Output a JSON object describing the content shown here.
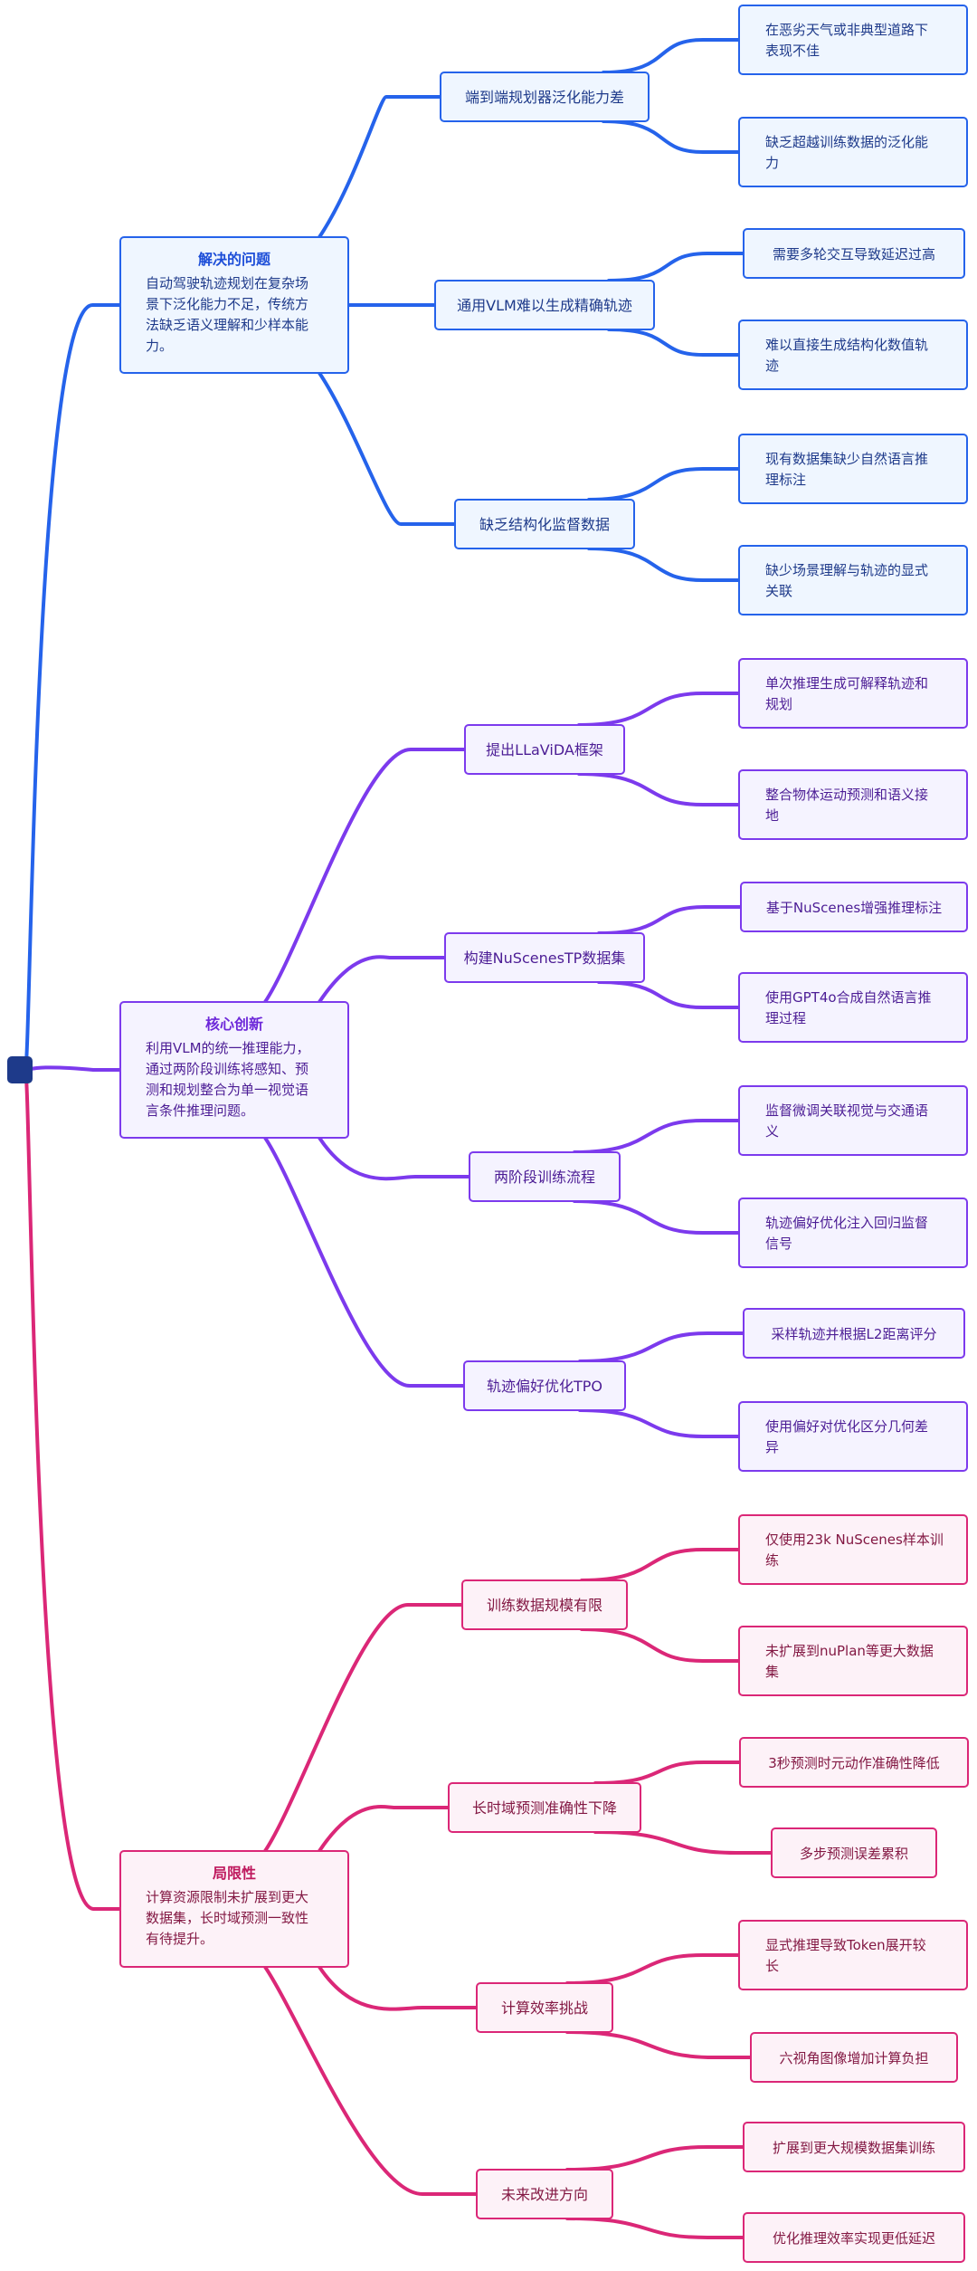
{
  "colors": {
    "root": "#1e3a8a",
    "branch1": {
      "stroke": "#2563eb",
      "fill": "#eff6ff",
      "text": "#1e3a8a",
      "title": "#1d4ed8"
    },
    "branch2": {
      "stroke": "#7c3aed",
      "fill": "#f5f3ff",
      "text": "#4c1d95",
      "title": "#6d28d9"
    },
    "branch3": {
      "stroke": "#db2777",
      "fill": "#fdf2f8",
      "text": "#831843",
      "title": "#be185d"
    }
  },
  "branches": [
    {
      "title": "解决的问题",
      "desc": [
        "自动驾驶轨迹规划在复杂场",
        "景下泛化能力不足，传统方",
        "法缺乏语义理解和少样本能",
        "力。"
      ],
      "children": [
        {
          "label": "端到端规划器泛化能力差",
          "leaves": [
            [
              "在恶劣天气或非典型道路下",
              "表现不佳"
            ],
            [
              "缺乏超越训练数据的泛化能",
              "力"
            ]
          ]
        },
        {
          "label": "通用VLM难以生成精确轨迹",
          "leaves": [
            [
              "需要多轮交互导致延迟过高"
            ],
            [
              "难以直接生成结构化数值轨",
              "迹"
            ]
          ]
        },
        {
          "label": "缺乏结构化监督数据",
          "leaves": [
            [
              "现有数据集缺少自然语言推",
              "理标注"
            ],
            [
              "缺少场景理解与轨迹的显式",
              "关联"
            ]
          ]
        }
      ]
    },
    {
      "title": "核心创新",
      "desc": [
        "利用VLM的统一推理能力，",
        "通过两阶段训练将感知、预",
        "测和规划整合为单一视觉语",
        "言条件推理问题。"
      ],
      "children": [
        {
          "label": "提出LLaViDA框架",
          "leaves": [
            [
              "单次推理生成可解释轨迹和",
              "规划"
            ],
            [
              "整合物体运动预测和语义接",
              "地"
            ]
          ]
        },
        {
          "label": "构建NuScenesTP数据集",
          "leaves": [
            [
              "基于NuScenes增强推理标注"
            ],
            [
              "使用GPT4o合成自然语言推",
              "理过程"
            ]
          ]
        },
        {
          "label": "两阶段训练流程",
          "leaves": [
            [
              "监督微调关联视觉与交通语",
              "义"
            ],
            [
              "轨迹偏好优化注入回归监督",
              "信号"
            ]
          ]
        },
        {
          "label": "轨迹偏好优化TPO",
          "leaves": [
            [
              "采样轨迹并根据L2距离评分"
            ],
            [
              "使用偏好对优化区分几何差",
              "异"
            ]
          ]
        }
      ]
    },
    {
      "title": "局限性",
      "desc": [
        "计算资源限制未扩展到更大",
        "数据集，长时域预测一致性",
        "有待提升。"
      ],
      "children": [
        {
          "label": "训练数据规模有限",
          "leaves": [
            [
              "仅使用23k NuScenes样本训",
              "练"
            ],
            [
              "未扩展到nuPlan等更大数据",
              "集"
            ]
          ]
        },
        {
          "label": "长时域预测准确性下降",
          "leaves": [
            [
              "3秒预测时元动作准确性降低"
            ],
            [
              "多步预测误差累积"
            ]
          ]
        },
        {
          "label": "计算效率挑战",
          "leaves": [
            [
              "显式推理导致Token展开较",
              "长"
            ],
            [
              "六视角图像增加计算负担"
            ]
          ]
        },
        {
          "label": "未来改进方向",
          "leaves": [
            [
              "扩展到更大规模数据集训练"
            ],
            [
              "优化推理效率实现更低延迟"
            ]
          ]
        }
      ]
    }
  ]
}
